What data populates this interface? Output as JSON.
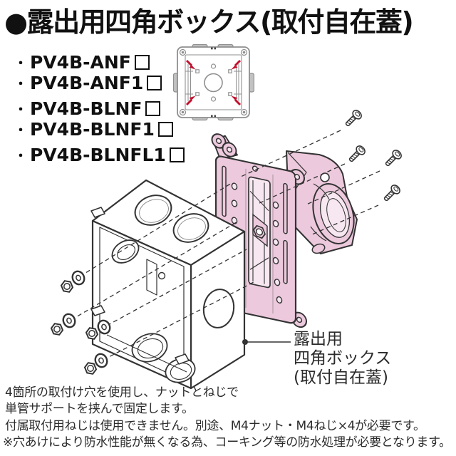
{
  "title": "●露出用四角ボックス(取付自在蓋)",
  "bullet": "・",
  "products": [
    "PV4B-ANF",
    "PV4B-ANF1",
    "PV4B-BLNF",
    "PV4B-BLNF1",
    "PV4B-BLNFL1"
  ],
  "label_lines": [
    "露出用",
    "四角ボックス",
    "(取付自在蓋)"
  ],
  "notes": [
    "4箇所の取付け穴を使用し、ナットとねじで",
    "単管サポートを挟んで固定します。",
    "付属取付用ねじは使用できません。別途、M4ナット・M4ねじ×4が必要です。",
    "※穴あけにより防水性能が無くなる為、コーキング等の防水処理が必要となります。"
  ],
  "colors": {
    "plate_pink": "#ecc9dd",
    "pink_light": "#f6e7f0",
    "arrow_red": "#c3112e",
    "ink": "#333333",
    "gray_line": "#8f8f8f",
    "tab_gray": "#c2c2c2",
    "text": "#1c1c1c"
  },
  "icons": {
    "title_bullet": "filled-circle-bullet",
    "model_color_placeholder": "empty-square",
    "front_view_arrows": "red-mounting-hole-arrows",
    "screw": "pan-head-screw",
    "nut": "hex-nut",
    "washer": "flat-washer"
  }
}
